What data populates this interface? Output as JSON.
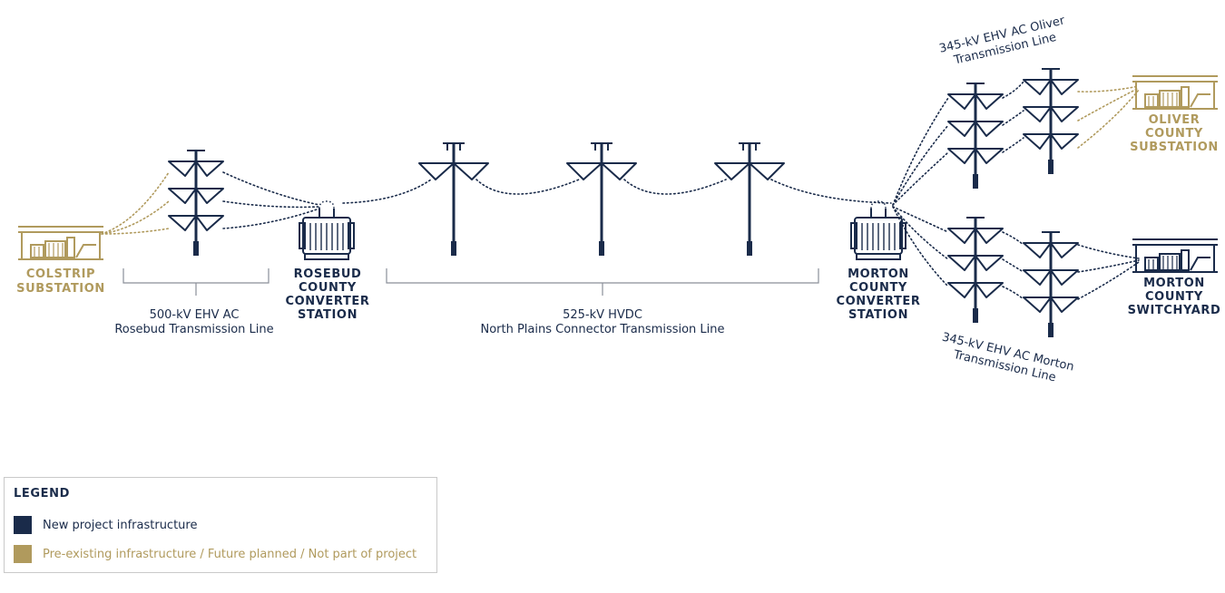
{
  "colors": {
    "navy": "#1a2b4a",
    "gold": "#b09a5d",
    "bracket": "#8a8f99"
  },
  "labels": {
    "colstrip_1": "COLSTRIP",
    "colstrip_2": "SUBSTATION",
    "rosebud_1": "ROSEBUD",
    "rosebud_2": "COUNTY",
    "rosebud_3": "CONVERTER",
    "rosebud_4": "STATION",
    "morton_conv_1": "MORTON",
    "morton_conv_2": "COUNTY",
    "morton_conv_3": "CONVERTER",
    "morton_conv_4": "STATION",
    "oliver_1": "OLIVER",
    "oliver_2": "COUNTY",
    "oliver_3": "SUBSTATION",
    "morton_sw_1": "MORTON",
    "morton_sw_2": "COUNTY",
    "morton_sw_3": "SWITCHYARD"
  },
  "lines": {
    "rosebud_line_1": "500-kV EHV AC",
    "rosebud_line_2": "Rosebud Transmission Line",
    "hvdc_line_1": "525-kV HVDC",
    "hvdc_line_2": "North Plains Connector Transmission Line",
    "oliver_line_1": "345-kV EHV AC Oliver",
    "oliver_line_2": "Transmission Line",
    "morton_line_1": "345-kV EHV AC Morton",
    "morton_line_2": "Transmission Line"
  },
  "legend": {
    "title": "LEGEND",
    "new_label": "New project infrastructure",
    "existing_label": "Pre-existing infrastructure / Future planned / Not part of project"
  }
}
